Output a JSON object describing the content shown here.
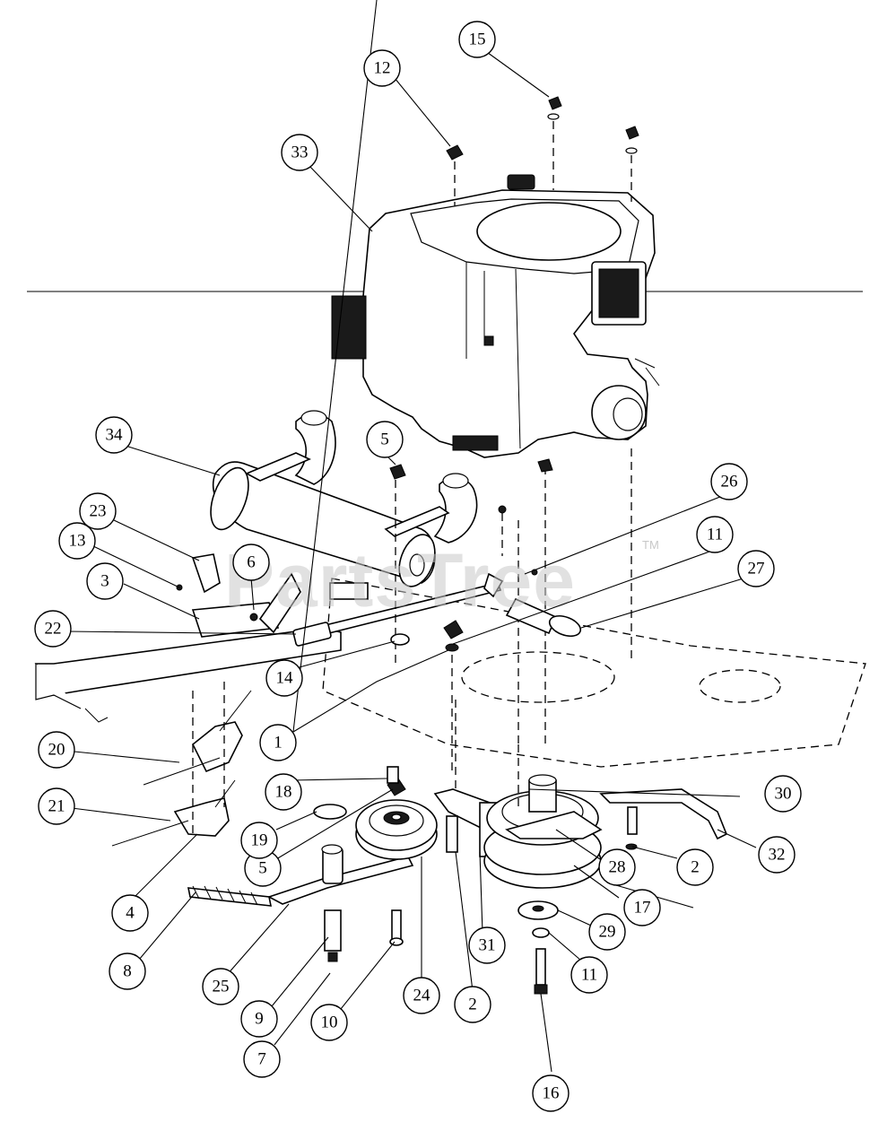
{
  "watermark": {
    "text": "PartsTree",
    "trademark": "TM"
  },
  "callout_labels": {
    "c1": "1",
    "c2a": "2",
    "c2b": "2",
    "c3": "3",
    "c4": "4",
    "c5a": "5",
    "c5b": "5",
    "c6": "6",
    "c7": "7",
    "c8": "8",
    "c9": "9",
    "c10": "10",
    "c11a": "11",
    "c11b": "11",
    "c12": "12",
    "c13": "13",
    "c14": "14",
    "c15": "15",
    "c16": "16",
    "c17": "17",
    "c18": "18",
    "c19": "19",
    "c20": "20",
    "c21": "21",
    "c22": "22",
    "c23": "23",
    "c24": "24",
    "c25": "25",
    "c26": "26",
    "c27": "27",
    "c28": "28",
    "c29": "29",
    "c30": "30",
    "c31": "31",
    "c32": "32",
    "c33": "33",
    "c34": "34"
  }
}
